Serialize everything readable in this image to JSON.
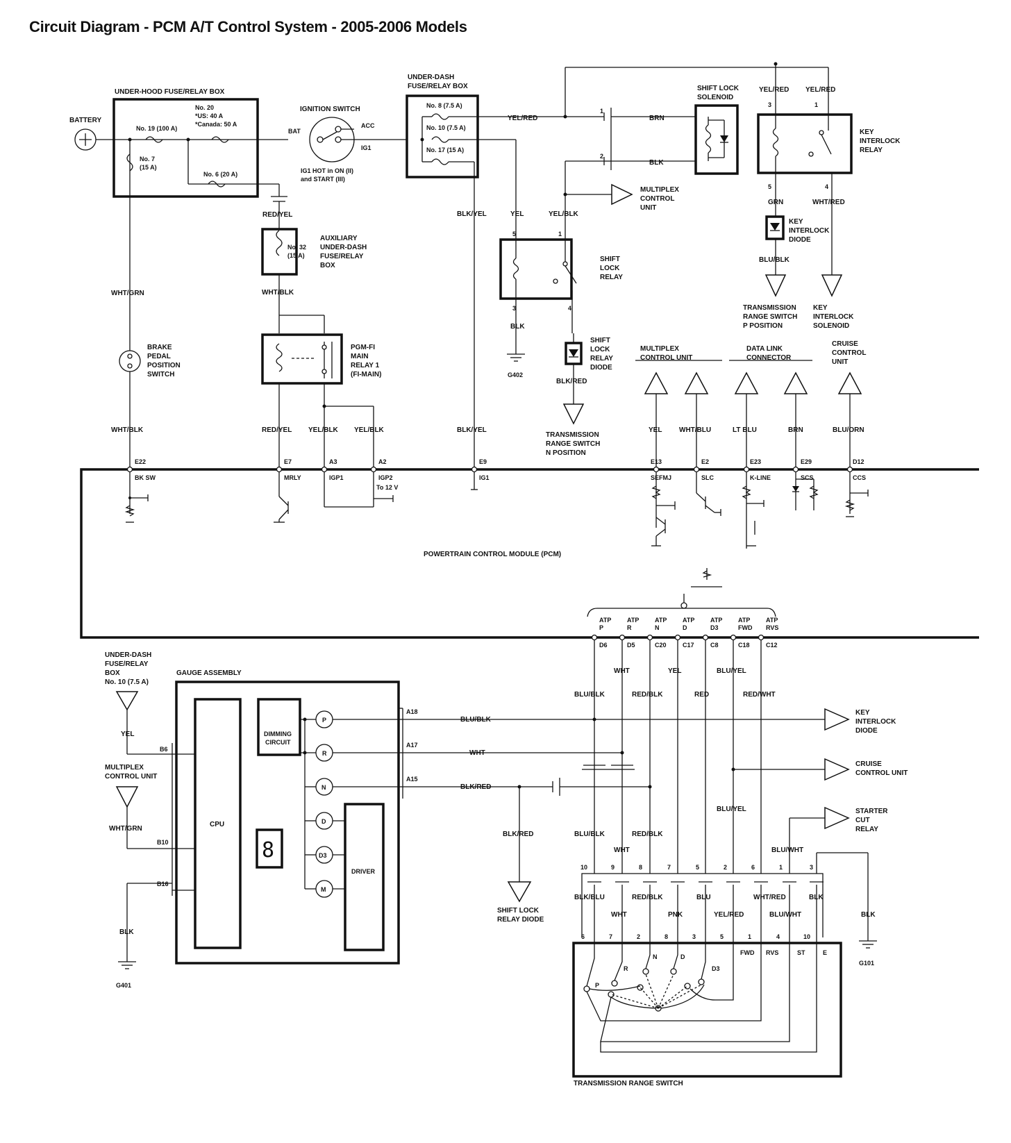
{
  "title": "Circuit Diagram - PCM A/T Control System - 2005-2006 Models",
  "labels": {
    "battery": "BATTERY",
    "underhood_box": "UNDER-HOOD FUSE/RELAY BOX",
    "fuse19": "No. 19 (100 A)",
    "fuse20_a": "No. 20",
    "fuse20_b": "*US: 40 A",
    "fuse20_c": "*Canada: 50 A",
    "fuse7_a": "No. 7",
    "fuse7_b": "(15 A)",
    "fuse6": "No. 6 (20 A)",
    "ignition_switch": "IGNITION SWITCH",
    "bat": "BAT",
    "acc": "ACC",
    "ig1": "IG1",
    "ig1_note_a": "IG1 HOT in ON (II)",
    "ig1_note_b": "and START (III)",
    "underdash_box_a": "UNDER-DASH",
    "underdash_box_b": "FUSE/RELAY BOX",
    "fuse8": "No. 8 (7.5 A)",
    "fuse10": "No. 10 (7.5 A)",
    "fuse17": "No. 17 (15 A)",
    "aux_box_a": "AUXILIARY",
    "aux_box_b": "UNDER-DASH",
    "aux_box_c": "FUSE/RELAY",
    "aux_box_d": "BOX",
    "fuse32_a": "No. 32",
    "fuse32_b": "(15 A)",
    "pgmfi_a": "PGM-FI",
    "pgmfi_b": "MAIN",
    "pgmfi_c": "RELAY 1",
    "pgmfi_d": "(FI-MAIN)",
    "brake_a": "BRAKE",
    "brake_b": "PEDAL",
    "brake_c": "POSITION",
    "brake_d": "SWITCH",
    "shift_lock_solenoid_a": "SHIFT LOCK",
    "shift_lock_solenoid_b": "SOLENOID",
    "multiplex_a": "MULTIPLEX",
    "multiplex_b": "CONTROL",
    "multiplex_c": "UNIT",
    "shift_lock_relay_a": "SHIFT",
    "shift_lock_relay_b": "LOCK",
    "shift_lock_relay_c": "RELAY",
    "slr_diode_a": "SHIFT",
    "slr_diode_b": "LOCK",
    "slr_diode_c": "RELAY",
    "slr_diode_d": "DIODE",
    "trs_n_a": "TRANSMISSION",
    "trs_n_b": "RANGE SWITCH",
    "trs_n_c": "N POSITION",
    "key_relay_a": "KEY",
    "key_relay_b": "INTERLOCK",
    "key_relay_c": "RELAY",
    "key_diode_a": "KEY",
    "key_diode_b": "INTERLOCK",
    "key_diode_c": "DIODE",
    "trs_p_a": "TRANSMISSION",
    "trs_p_b": "RANGE SWITCH",
    "trs_p_c": "P POSITION",
    "key_sol_a": "KEY",
    "key_sol_b": "INTERLOCK",
    "key_sol_c": "SOLENOID",
    "mcu2_a": "MULTIPLEX",
    "mcu2_b": "CONTROL UNIT",
    "dlc_a": "DATA LINK",
    "dlc_b": "CONNECTOR",
    "cruise_a": "CRUISE",
    "cruise_b": "CONTROL",
    "cruise_c": "UNIT",
    "g402": "G402",
    "pcm": "POWERTRAIN CONTROL MODULE (PCM)",
    "ud_box2_a": "UNDER-DASH",
    "ud_box2_b": "FUSE/RELAY",
    "ud_box2_c": "BOX",
    "ud_box2_d": "No. 10 (7.5 A)",
    "mcu3_a": "MULTIPLEX",
    "mcu3_b": "CONTROL UNIT",
    "gauge": "GAUGE ASSEMBLY",
    "cpu": "CPU",
    "dimming_a": "DIMMING",
    "dimming_b": "CIRCUIT",
    "driver": "DRIVER",
    "g401": "G401",
    "g101": "G101",
    "slr_diode2_a": "SHIFT LOCK",
    "slr_diode2_b": "RELAY DIODE",
    "key_diode2_a": "KEY",
    "key_diode2_b": "INTERLOCK",
    "key_diode2_c": "DIODE",
    "cruise2": "CRUISE",
    "cruise2_b": "CONTROL UNIT",
    "starter_a": "STARTER",
    "starter_b": "CUT",
    "starter_c": "RELAY",
    "trs": "TRANSMISSION RANGE SWITCH"
  },
  "wires": {
    "yel_red": "YEL/RED",
    "brn": "BRN",
    "blk": "BLK",
    "red_yel": "RED/YEL",
    "wht_blk": "WHT/BLK",
    "wht_grn": "WHT/GRN",
    "blk_yel": "BLK/YEL",
    "yel": "YEL",
    "yel_blk": "YEL/BLK",
    "blk_red": "BLK/RED",
    "grn": "GRN",
    "wht_red": "WHT/RED",
    "blu_blk": "BLU/BLK",
    "wht_blu": "WHT/BLU",
    "lt_blu": "LT BLU",
    "blu_orn": "BLU/ORN",
    "wht": "WHT",
    "red_blk": "RED/BLK",
    "red": "RED",
    "blu_yel": "BLU/YEL",
    "red_wht": "RED/WHT",
    "blu_wht": "BLU/WHT",
    "blk_blu": "BLK/BLU",
    "pnk": "PNK",
    "blu": "BLU"
  },
  "pcm_pins": [
    {
      "pin": "E22",
      "name": "BK SW"
    },
    {
      "pin": "E7",
      "name": "MRLY"
    },
    {
      "pin": "A3",
      "name": "IGP1"
    },
    {
      "pin": "A2",
      "name": "IGP2"
    },
    {
      "pin": "E9",
      "name": "IG1"
    },
    {
      "pin": "E13",
      "name": "SEFMJ"
    },
    {
      "pin": "E2",
      "name": "SLC"
    },
    {
      "pin": "E23",
      "name": "K-LINE"
    },
    {
      "pin": "E29",
      "name": "SCS"
    },
    {
      "pin": "D12",
      "name": "CCS"
    }
  ],
  "igp2_note": "To 12 V",
  "atp_pins": [
    {
      "pin": "D6",
      "name_a": "ATP",
      "name_b": "P"
    },
    {
      "pin": "D5",
      "name_a": "ATP",
      "name_b": "R"
    },
    {
      "pin": "C20",
      "name_a": "ATP",
      "name_b": "N"
    },
    {
      "pin": "C17",
      "name_a": "ATP",
      "name_b": "D"
    },
    {
      "pin": "C8",
      "name_a": "ATP",
      "name_b": "D3"
    },
    {
      "pin": "C18",
      "name_a": "ATP",
      "name_b": "FWD"
    },
    {
      "pin": "C12",
      "name_a": "ATP",
      "name_b": "RVS"
    }
  ],
  "gauge_indicators": [
    "P",
    "R",
    "N",
    "D",
    "D3",
    "M"
  ],
  "gauge_pins": [
    "A18",
    "A17",
    "A15",
    "B6",
    "B10",
    "B16"
  ],
  "conn_top_pins": [
    "10",
    "9",
    "8",
    "7",
    "5",
    "2",
    "6",
    "1",
    "3"
  ],
  "conn_bottom_pins": [
    "6",
    "7",
    "2",
    "8",
    "3",
    "5",
    "1",
    "4",
    "10"
  ],
  "trs_terminals": [
    "FWD",
    "RVS",
    "ST",
    "E"
  ],
  "trs_positions": [
    "P",
    "R",
    "N",
    "D",
    "D3"
  ],
  "relay_pins": {
    "a": "1",
    "b": "2",
    "c": "3",
    "d": "4",
    "e": "5"
  }
}
